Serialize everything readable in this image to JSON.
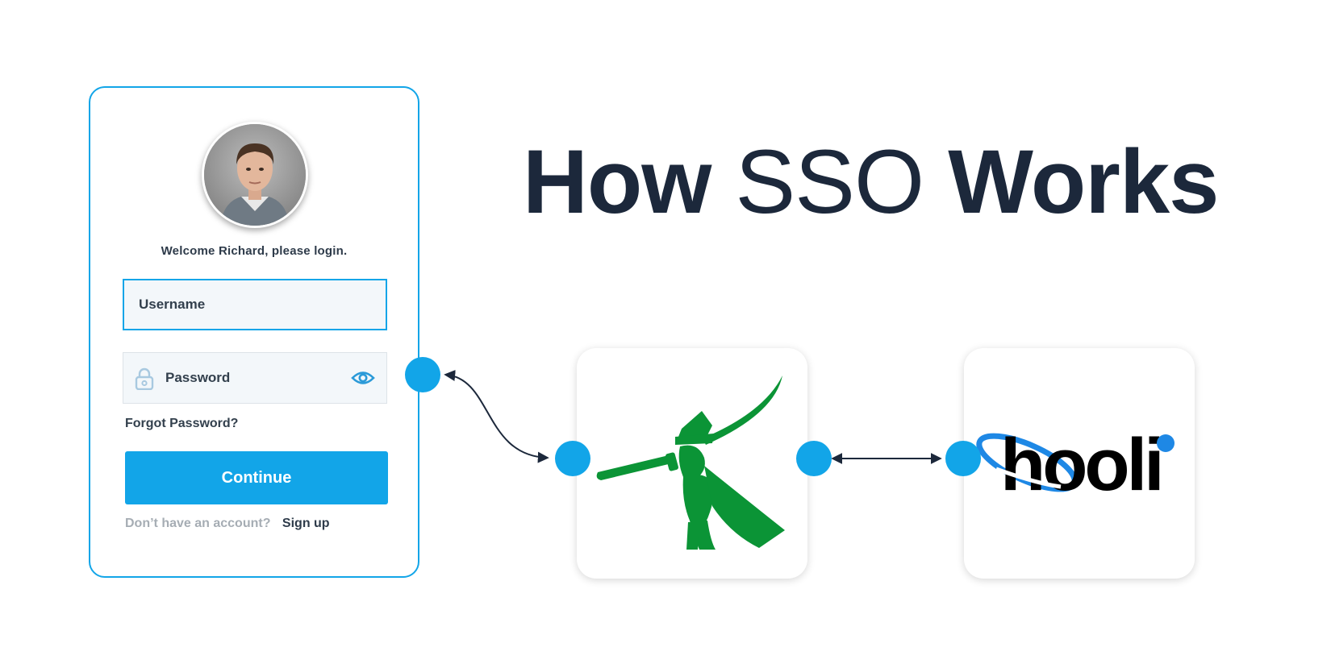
{
  "headline": {
    "part1": "How",
    "part2": "SSO",
    "part3": "Works"
  },
  "login": {
    "welcome": "Welcome Richard, please login.",
    "username_placeholder": "Username",
    "password_placeholder": "Password",
    "forgot": "Forgot Password?",
    "continue": "Continue",
    "no_account": "Don’t have an account?",
    "signup": "Sign up"
  },
  "logos": {
    "hooli": "hooli"
  },
  "icons": [
    "lock-icon",
    "eye-icon"
  ],
  "colors": {
    "accent": "#12a5e8",
    "headline": "#1c283b",
    "idp_green": "#0b9436",
    "text": "#33404d"
  }
}
